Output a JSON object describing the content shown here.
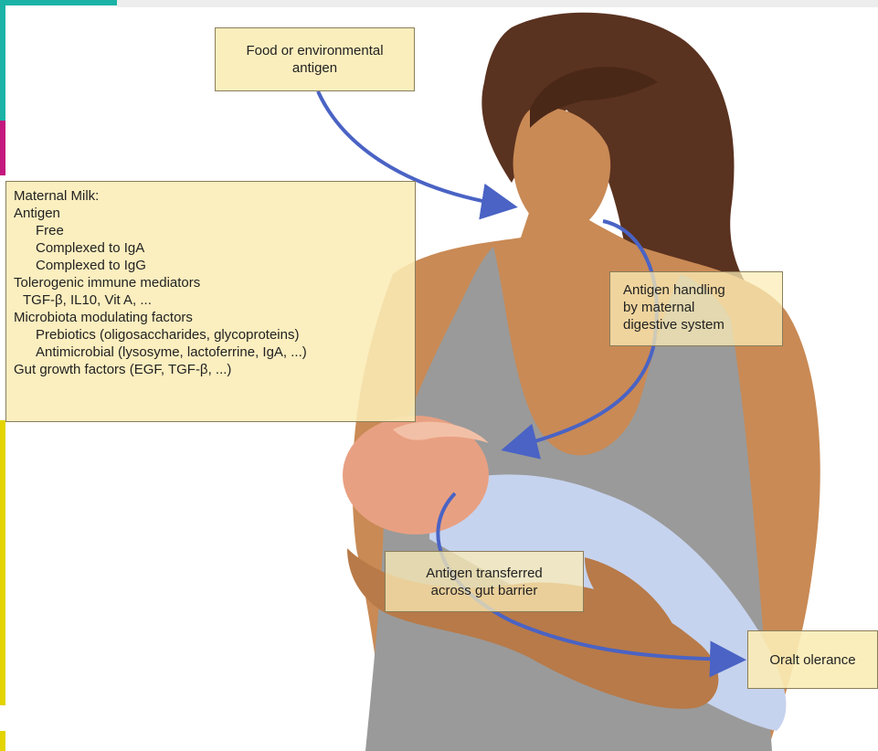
{
  "boxes": {
    "food_antigen": [
      "Food or environmental",
      "antigen"
    ],
    "maternal_milk": {
      "lines": [
        {
          "text": "Maternal Milk:",
          "level": 0
        },
        {
          "text": "Antigen",
          "level": 0
        },
        {
          "text": "Free",
          "level": 2
        },
        {
          "text": "Complexed to IgA",
          "level": 2
        },
        {
          "text": "Complexed to IgG",
          "level": 2
        },
        {
          "text": "Tolerogenic immune mediators",
          "level": 0
        },
        {
          "text": "TGF-β, IL10, Vit A, ...",
          "level": 1
        },
        {
          "text": "Microbiota modulating factors",
          "level": 0
        },
        {
          "text": "Prebiotics (oligosaccharides, glycoproteins)",
          "level": 2
        },
        {
          "text": "Antimicrobial (lysosyme, lactoferrine, IgA, ...)",
          "level": 2
        },
        {
          "text": "Gut growth factors (EGF, TGF-β, ...)",
          "level": 0
        }
      ]
    },
    "antigen_handling": [
      "Antigen handling",
      "by maternal",
      "digestive system"
    ],
    "antigen_transferred": [
      "Antigen transferred",
      "across gut barrier"
    ],
    "oral_tolerance": "Oralt olerance"
  },
  "colors": {
    "arrow": "#4a63c4",
    "box_fill": "#fbecb6",
    "skin": "#c98a55",
    "hair": "#5a3220",
    "dress": "#9a9a9a",
    "baby_skin": "#e8a082",
    "blanket": "#c6d3ee"
  }
}
